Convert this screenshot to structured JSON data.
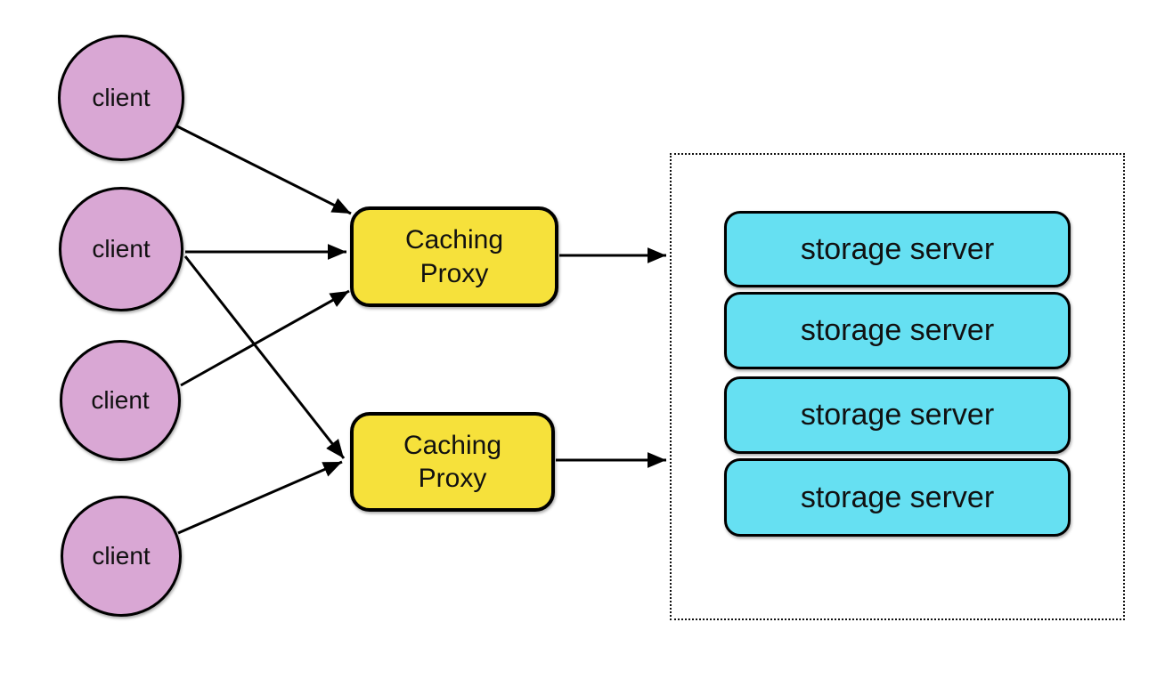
{
  "diagram": {
    "clients": [
      {
        "label": "client"
      },
      {
        "label": "client"
      },
      {
        "label": "client"
      },
      {
        "label": "client"
      }
    ],
    "proxies": [
      {
        "label": "Caching\nProxy"
      },
      {
        "label": "Caching\nProxy"
      }
    ],
    "storage_servers": [
      {
        "label": "storage server"
      },
      {
        "label": "storage server"
      },
      {
        "label": "storage server"
      },
      {
        "label": "storage server"
      }
    ],
    "edges": [
      {
        "from": "client-1",
        "to": "caching-proxy-1"
      },
      {
        "from": "client-2",
        "to": "caching-proxy-1"
      },
      {
        "from": "client-2",
        "to": "caching-proxy-2"
      },
      {
        "from": "client-3",
        "to": "caching-proxy-1"
      },
      {
        "from": "client-4",
        "to": "caching-proxy-2"
      },
      {
        "from": "caching-proxy-1",
        "to": "storage-server-group"
      },
      {
        "from": "caching-proxy-2",
        "to": "storage-server-group"
      }
    ],
    "colors": {
      "background": "#FFFFFF",
      "client_fill": "#D9A7D4",
      "proxy_fill": "#F6E13B",
      "storage_fill": "#66E0F2",
      "stroke": "#000000"
    }
  }
}
